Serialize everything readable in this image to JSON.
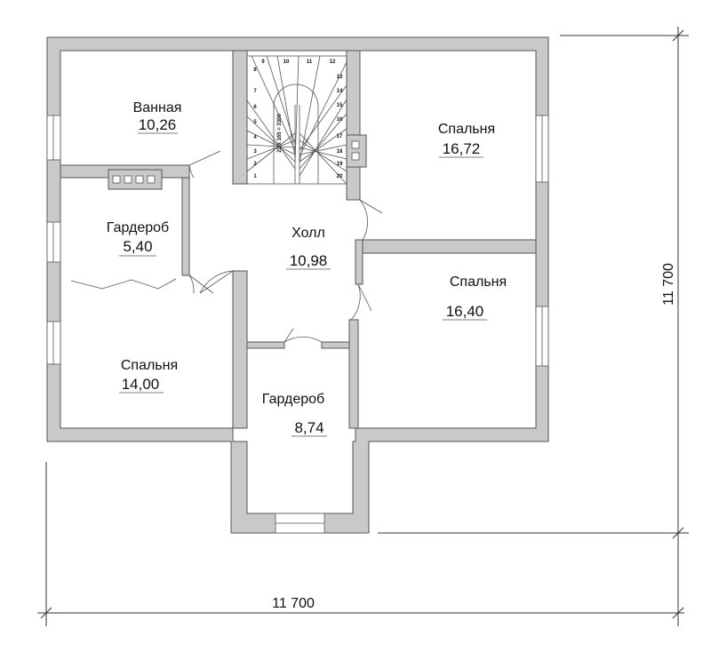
{
  "plan": {
    "rooms": [
      {
        "name": "Ванная",
        "area": "10,26"
      },
      {
        "name": "Гардероб",
        "area": "5,40"
      },
      {
        "name": "Спальня",
        "area": "14,00"
      },
      {
        "name": "Холл",
        "area": "10,98"
      },
      {
        "name": "Гардероб",
        "area": "8,74"
      },
      {
        "name": "Спальня",
        "area": "16,72"
      },
      {
        "name": "Спальня",
        "area": "16,40"
      }
    ],
    "stair": {
      "label": "20 x 165 = 3300",
      "steps": [
        "1",
        "2",
        "3",
        "4",
        "5",
        "6",
        "7",
        "8",
        "9",
        "10",
        "11",
        "12",
        "13",
        "14",
        "15",
        "16",
        "17",
        "18",
        "19",
        "20"
      ]
    },
    "dimensions": {
      "width": "11 700",
      "height": "11 700"
    }
  }
}
